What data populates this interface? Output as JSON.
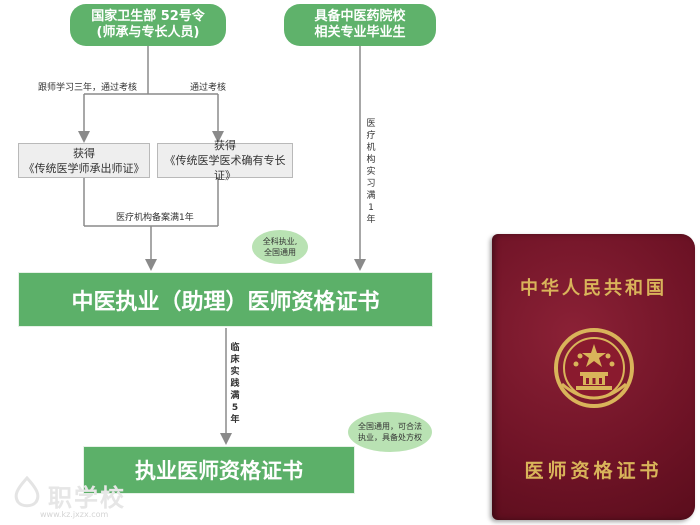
{
  "diagram": {
    "top_left": {
      "line1": "国家卫生部 52号令",
      "line2": "(师承与专长人员)"
    },
    "top_right": {
      "line1": "具备中医药院校",
      "line2": "相关专业毕业生"
    },
    "edge_left_label": "跟师学习三年，通过考核",
    "edge_mid_label": "通过考核",
    "right_vertical_label": "医疗机构实习满1年",
    "grey_left": {
      "line1": "获得",
      "line2": "《传统医学师承出师证》"
    },
    "grey_right": {
      "line1": "获得",
      "line2": "《传统医学医术确有专长证》"
    },
    "merge_label": "医疗机构备案满1年",
    "bubble1": {
      "line1": "全科执业,",
      "line2": "全国通用"
    },
    "main_cert": "中医执业（助理）医师资格证书",
    "vertical_label2": "临床实践满5年",
    "bubble2": {
      "line1": "全国通用，可合法",
      "line2": "执业，具备处方权"
    },
    "final_cert": "执业医师资格证书"
  },
  "passport": {
    "country": "中华人民共和国",
    "title": "医师资格证书"
  },
  "watermark": {
    "text": "职学校",
    "url": "www.kz.jxzx.com"
  },
  "colors": {
    "green": "#5cb069",
    "bubble": "#b9e2b3",
    "grey": "#eeeeee",
    "passport": "#6f1326",
    "gold": "#d9b45a"
  }
}
